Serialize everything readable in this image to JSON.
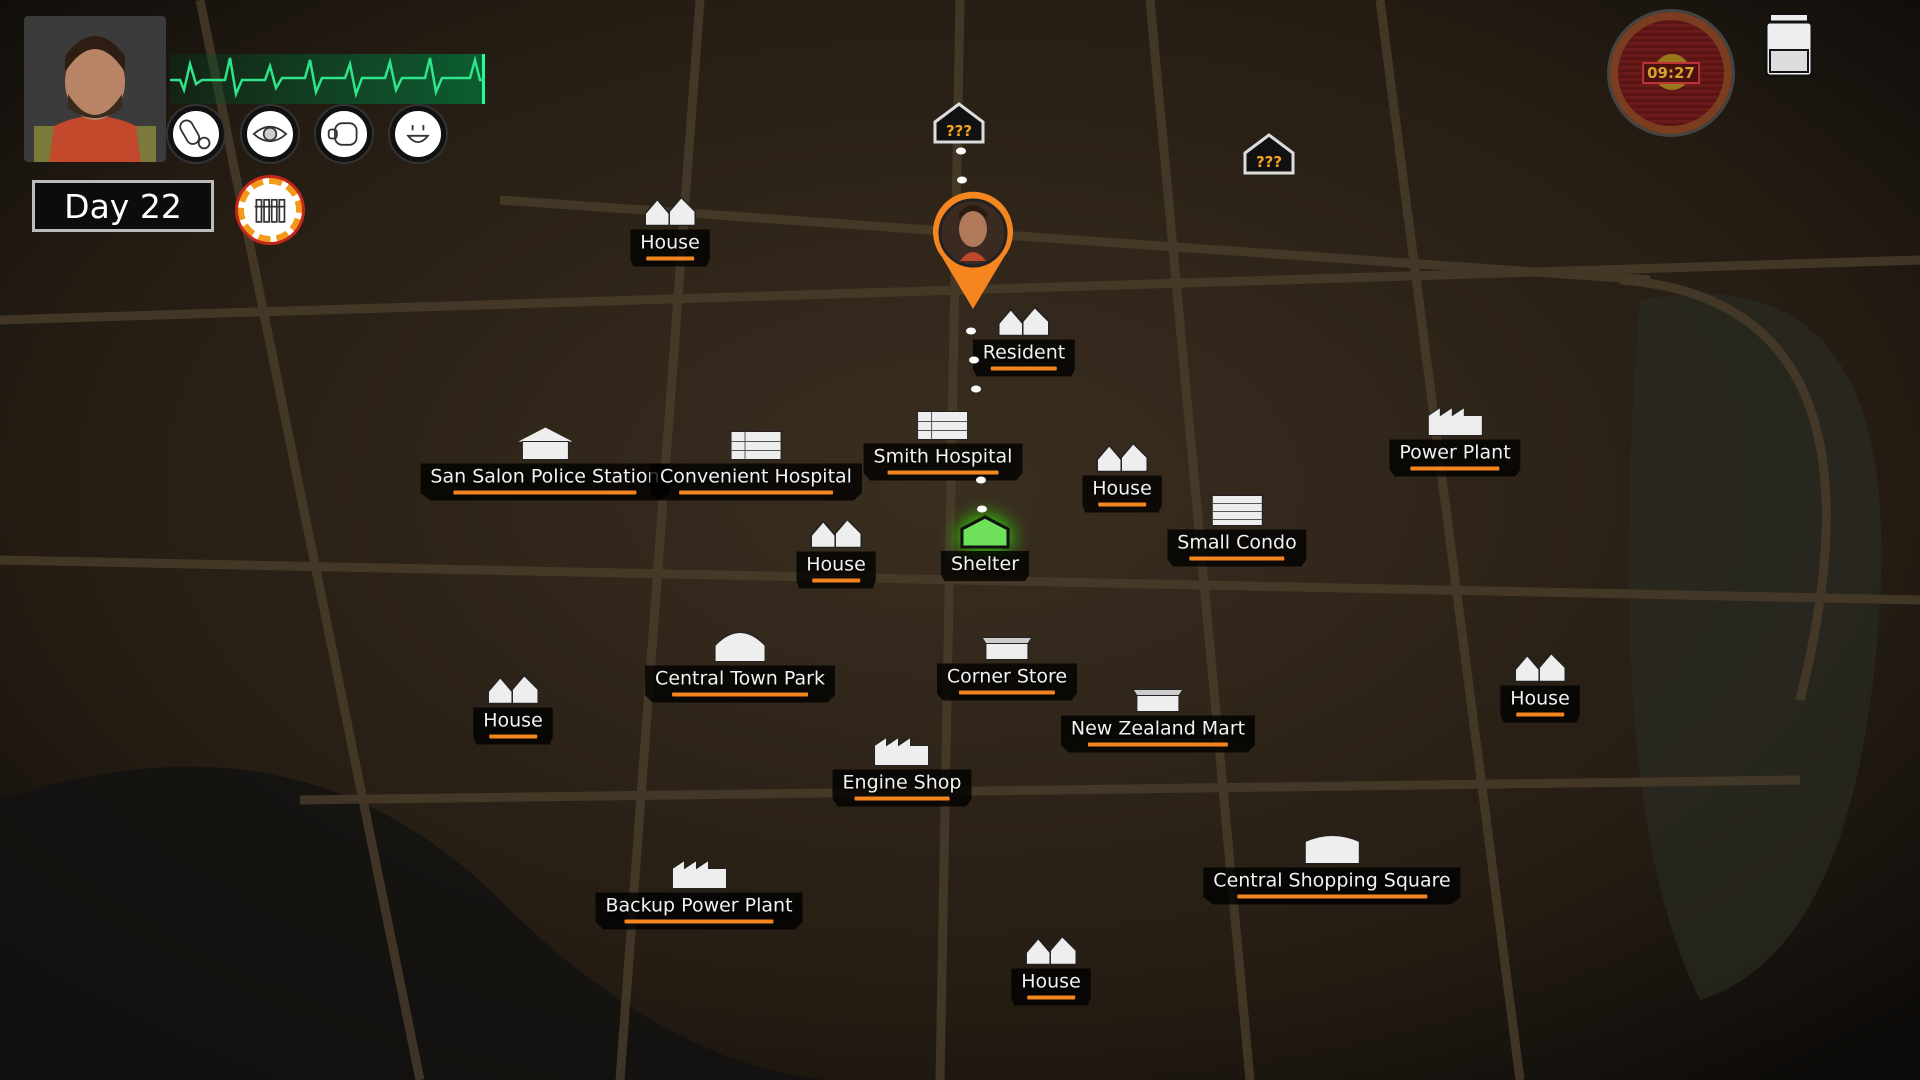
{
  "hud": {
    "day_label": "Day 22",
    "clock_time": "09:27",
    "status_icons": [
      "pill-icon",
      "eye-icon",
      "stomach-icon",
      "smile-icon"
    ],
    "accent_color": "#f5861f",
    "ecg_color": "#2fe58a"
  },
  "map": {
    "unknown_label": "???",
    "locations": [
      {
        "label": "House",
        "icon": "house-icon"
      },
      {
        "label": "Resident",
        "icon": "house-icon"
      },
      {
        "label": "San Salon Police Station",
        "icon": "police-station-icon"
      },
      {
        "label": "Convenient Hospital",
        "icon": "hospital-icon"
      },
      {
        "label": "Smith Hospital",
        "icon": "hospital-icon"
      },
      {
        "label": "House",
        "icon": "house-icon"
      },
      {
        "label": "Power Plant",
        "icon": "factory-icon"
      },
      {
        "label": "Small Condo",
        "icon": "condo-icon"
      },
      {
        "label": "House",
        "icon": "house-icon"
      },
      {
        "label": "Shelter",
        "icon": "shelter-icon",
        "type": "shelter",
        "color": "#56e04a"
      },
      {
        "label": "Central Town Park",
        "icon": "park-icon"
      },
      {
        "label": "Corner Store",
        "icon": "store-icon"
      },
      {
        "label": "New Zealand Mart",
        "icon": "store-icon"
      },
      {
        "label": "House",
        "icon": "house-icon"
      },
      {
        "label": "House",
        "icon": "house-icon"
      },
      {
        "label": "Engine Shop",
        "icon": "factory-icon"
      },
      {
        "label": "Central Shopping Square",
        "icon": "mall-icon"
      },
      {
        "label": "Backup Power Plant",
        "icon": "factory-icon"
      },
      {
        "label": "House",
        "icon": "house-icon"
      }
    ]
  }
}
